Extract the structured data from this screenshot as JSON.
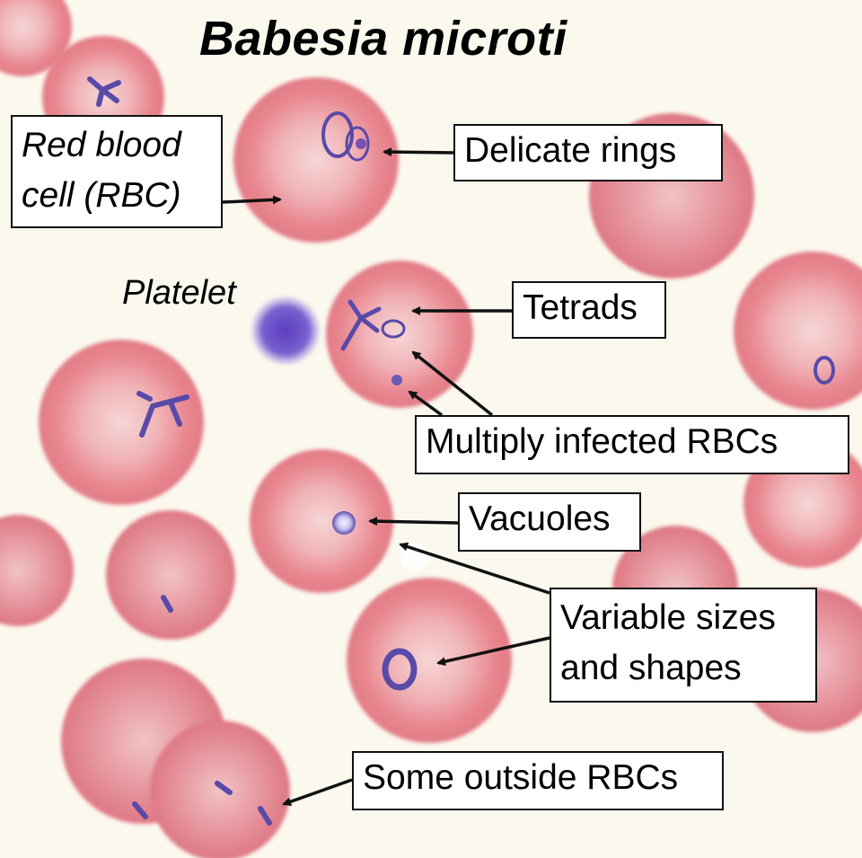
{
  "title": "Babesia microti",
  "labels": {
    "rbc": [
      "Red blood",
      "cell (RBC)"
    ],
    "platelet": "Platelet",
    "delicate_rings": "Delicate rings",
    "tetrads": "Tetrads",
    "multiply_infected": "Multiply infected RBCs",
    "vacuoles": "Vacuoles",
    "variable_sizes": [
      "Variable sizes",
      "and shapes"
    ],
    "outside_rbcs": "Some outside RBCs"
  },
  "colors": {
    "background": "#fbf8ee",
    "rbc_fill": "#e8848f",
    "rbc_center": "#f6d2d2",
    "parasite": "#5a4aa8",
    "platelet": "#6a4fc8"
  }
}
